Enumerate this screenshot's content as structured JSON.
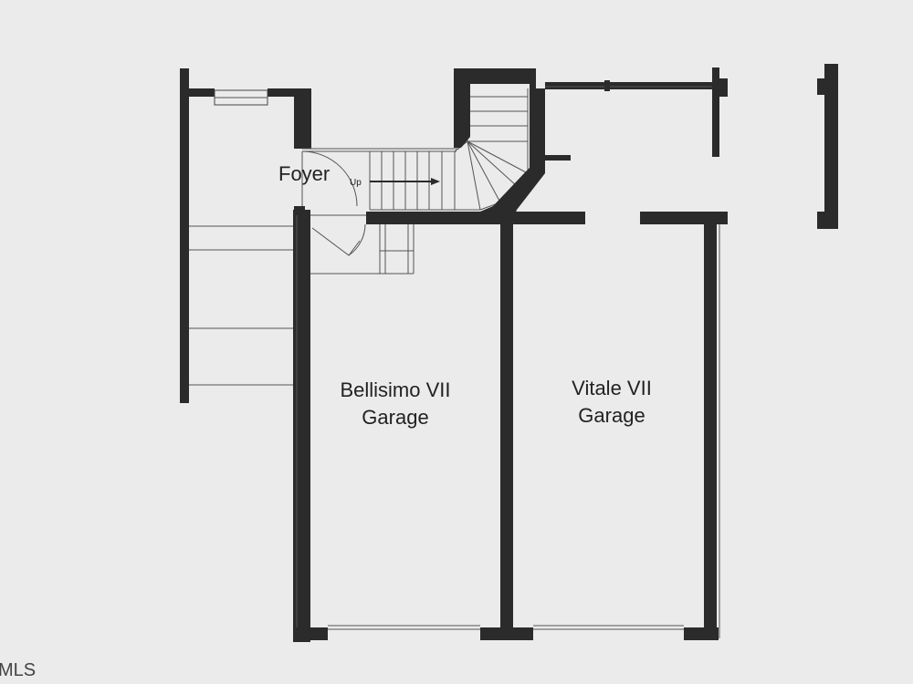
{
  "colors": {
    "background": "#ebebeb",
    "wall": "#2b2b2b",
    "text": "#222222"
  },
  "rooms": {
    "foyer": "Foyer",
    "stair_up": "Up",
    "garage_left_line1": "Bellisimo VII",
    "garage_left_line2": "Garage",
    "garage_right_line1": "Vitale VII",
    "garage_right_line2": "Garage"
  },
  "watermark": "MLS"
}
